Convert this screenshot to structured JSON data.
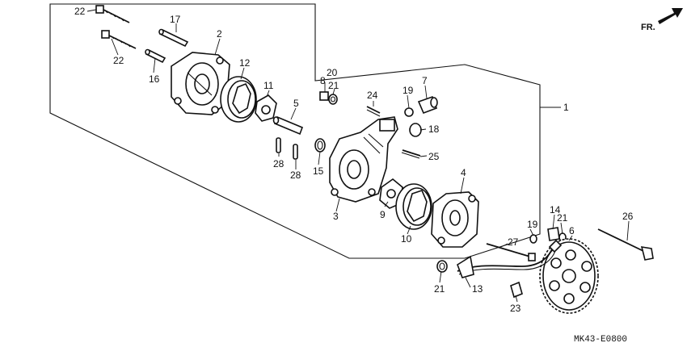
{
  "diagram": {
    "direction_label": "FR.",
    "figure_code": "MK43-E0800",
    "callouts": {
      "c1": "1",
      "c2": "2",
      "c3": "3",
      "c4": "4",
      "c5": "5",
      "c6": "6",
      "c7": "7",
      "c8": "8",
      "c9": "9",
      "c10": "10",
      "c11": "11",
      "c12": "12",
      "c13": "13",
      "c14": "14",
      "c15": "15",
      "c16": "16",
      "c17": "17",
      "c18": "18",
      "c19a": "19",
      "c19b": "19",
      "c20": "20",
      "c21a": "21",
      "c21b": "21",
      "c21c": "21",
      "c22a": "22",
      "c22b": "22",
      "c23": "23",
      "c24": "24",
      "c25": "25",
      "c26": "26",
      "c27": "27",
      "c28a": "28",
      "c28b": "28"
    }
  }
}
